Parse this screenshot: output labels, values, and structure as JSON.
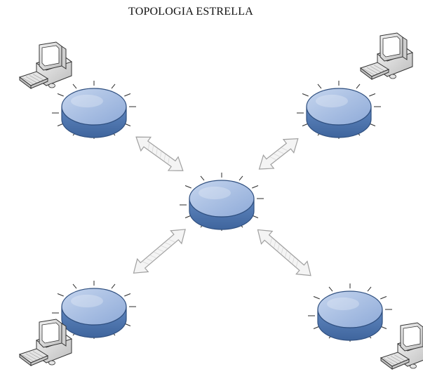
{
  "diagram": {
    "title": "TOPOLOGIA ESTRELLA",
    "topology": "star",
    "central_node": "hub",
    "outer_nodes": [
      "top-left",
      "top-right",
      "bottom-left",
      "bottom-right"
    ],
    "links": [
      {
        "from": "hub",
        "to": "top-left"
      },
      {
        "from": "hub",
        "to": "top-right"
      },
      {
        "from": "hub",
        "to": "bottom-left"
      },
      {
        "from": "hub",
        "to": "bottom-right"
      }
    ],
    "computers": [
      "top-left",
      "top-right",
      "bottom-left",
      "bottom-right"
    ]
  },
  "colors": {
    "disk_top": "#a8bfe2",
    "disk_side": "#6d93c9",
    "arrow_fill": "#f4f4f4",
    "arrow_stroke": "#a0a0a0"
  },
  "icons": [
    "desktop-computer-icon",
    "network-hub-icon",
    "bidirectional-arrow-icon"
  ]
}
